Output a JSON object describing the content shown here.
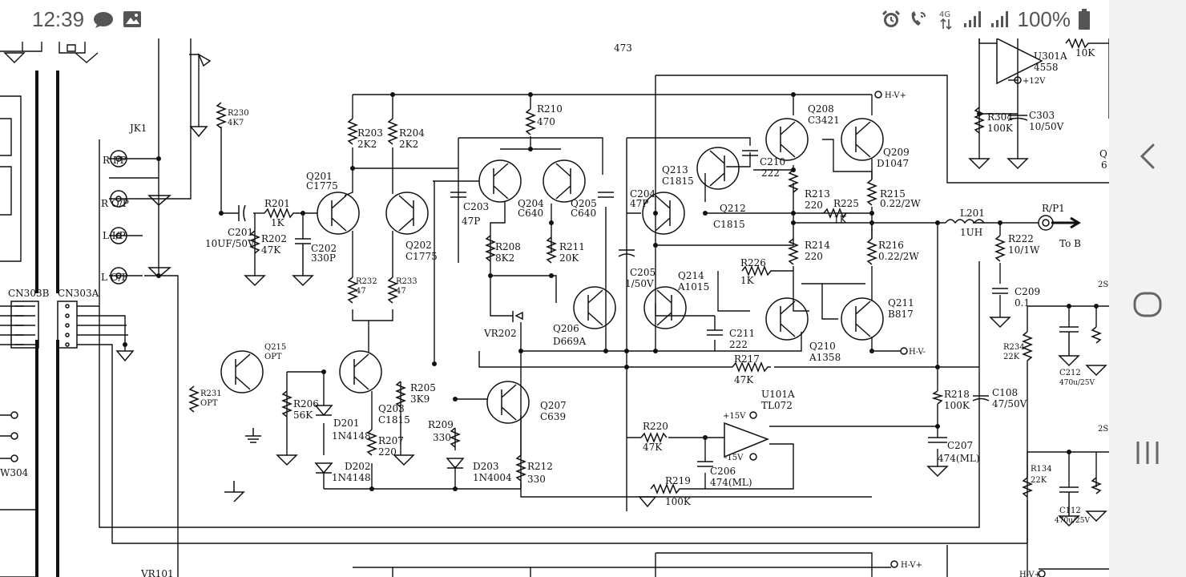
{
  "status_bar": {
    "time": "12:39",
    "network": "4G",
    "battery_percent": "100%",
    "icons": [
      "message-icon",
      "gallery-icon",
      "alarm-icon",
      "wifi-calling-icon",
      "data-arrows-icon",
      "signal-icon",
      "signal-icon",
      "battery-icon"
    ]
  },
  "schematic": {
    "labels": {
      "jk1": "JK1",
      "r_ip": "R  I/P",
      "r_op": "R  O/P",
      "l_ip": "L  I/P",
      "l_op": "L  O/P",
      "cn303b": "CN303B",
      "cn303a": "CN303A",
      "q201": "Q201",
      "q201v": "C1775",
      "q202": "Q202",
      "q202v": "C1775",
      "q203": "Q203",
      "q203v": "C1815",
      "q204": "Q204",
      "q204v": "C640",
      "q205": "Q205",
      "q205v": "C640",
      "q206": "Q206",
      "q206v": "D669A",
      "q207": "Q207",
      "q207v": "C639",
      "q208": "Q208",
      "q208v": "C3421",
      "q209": "Q209",
      "q209v": "D1047",
      "q210": "Q210",
      "q210v": "A1358",
      "q211": "Q211",
      "q211v": "B817",
      "q212": "Q212",
      "q212v": "C1815",
      "q213": "Q213",
      "q213v": "C1815",
      "q214": "Q214",
      "q214v": "A1015",
      "q215": "Q215",
      "q215v": "OPT",
      "r201": "R201",
      "r201v": "1K",
      "r202": "R202",
      "r202v": "47K",
      "r203": "R203",
      "r203v": "2K2",
      "r204": "R204",
      "r204v": "2K2",
      "r205": "R205",
      "r205v": "3K9",
      "r206": "R206",
      "r206v": "56K",
      "r207": "R207",
      "r207v": "220",
      "r208": "R208",
      "r208v": "8K2",
      "r209": "R209",
      "r209v": "330",
      "r210": "R210",
      "r210v": "470",
      "r211": "R211",
      "r211v": "20K",
      "r212": "R212",
      "r212v": "330",
      "r213": "R213",
      "r213v": "220",
      "r214": "R214",
      "r214v": "220",
      "r215": "R215",
      "r215v": "0.22/2W",
      "r216": "R216",
      "r216v": "0.22/2W",
      "r217": "R217",
      "r217v": "47K",
      "r218": "R218",
      "r218v": "100K",
      "r219": "R219",
      "r219v": "100K",
      "r220": "R220",
      "r220v": "47K",
      "r222": "R222",
      "r222v": "10/1W",
      "r225": "R225",
      "r225v": "1K",
      "r226": "R226",
      "r226v": "1K",
      "r230": "R230",
      "r230v": "4K7",
      "r231": "R231",
      "r231v": "OPT",
      "r232": "R232",
      "r232v": "47",
      "r233": "R233",
      "r233v": "47",
      "r234": "R234",
      "r234v": "22K",
      "r134": "R134",
      "r134v": "22K",
      "r304": "R304",
      "r304v": "100K",
      "c201": "C201",
      "c201v": "10UF/50V",
      "c202": "C202",
      "c202v": "330P",
      "c203": "C203",
      "c203v": "47P",
      "c204": "C204",
      "c204v": "47P",
      "c205": "C205",
      "c205v": "1/50V",
      "c206": "C206",
      "c206v": "474(ML)",
      "c207": "C207",
      "c207v": "474(ML)",
      "c108": "C108",
      "c108v": "47/50V",
      "c209": "C209",
      "c209v": "0.1",
      "c210": "C210",
      "c210v": "222",
      "c211": "C211",
      "c211v": "222",
      "c212": "C212",
      "c212v": "470u/25V",
      "c112": "C112",
      "c112v": "470u/25V",
      "c303": "C303",
      "c303v": "10/50V",
      "d201": "D201",
      "d201v": "1N4148",
      "d202": "D202",
      "d202v": "1N4148",
      "d203": "D203",
      "d203v": "1N4004",
      "vr202": "VR202",
      "vr101": "VR101",
      "l201": "L201",
      "l201v": "1UH",
      "rp1": "R/P1",
      "to_b": "To B",
      "u101a": "U101A",
      "u101av": "TL072",
      "u301a": "U301A",
      "u301av": "4558",
      "u301_r": "10K",
      "p15": "+15V",
      "m15": "-15V",
      "p12": "+12V",
      "hv_plus": "H-V+",
      "hv_minus": "H-V-",
      "n473": "473",
      "w304": "W304",
      "n2s1": "2S",
      "n2s2": "2S",
      "q_edge": "Q",
      "q_edge_v": "6"
    }
  },
  "nav": {
    "back": "back-icon",
    "home": "home-icon",
    "recents": "recents-icon"
  }
}
